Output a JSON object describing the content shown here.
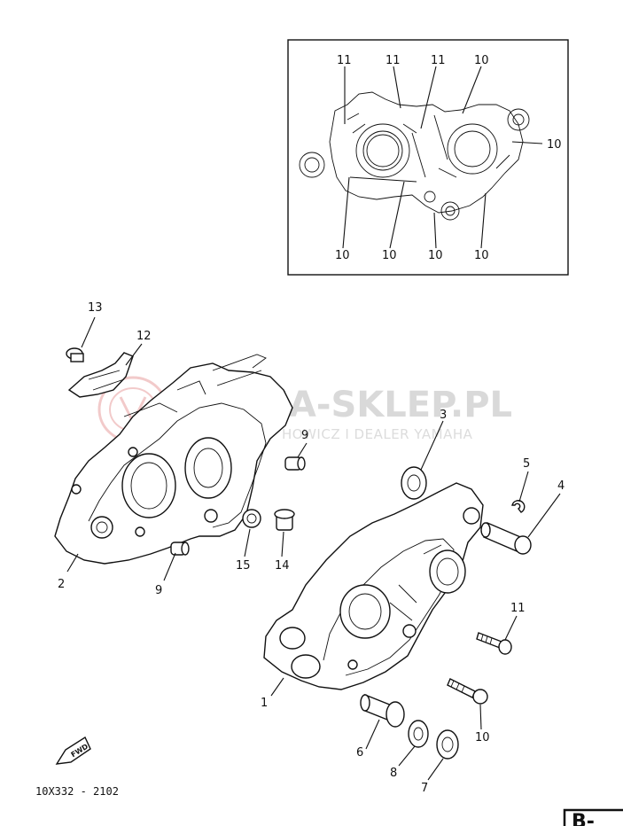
{
  "watermark": {
    "title": "YAMA-SKLEP.PL",
    "subtitle": "HOWICZ I DEALER YAMAHA",
    "logo_color": "#e8a0a0"
  },
  "inset_labels": [
    {
      "id": "i11a",
      "text": "11"
    },
    {
      "id": "i11b",
      "text": "11"
    },
    {
      "id": "i11c",
      "text": "11"
    },
    {
      "id": "i10a",
      "text": "10"
    },
    {
      "id": "i10b",
      "text": "10"
    },
    {
      "id": "i10c",
      "text": "10"
    },
    {
      "id": "i10d",
      "text": "10"
    },
    {
      "id": "i10e",
      "text": "10"
    },
    {
      "id": "i10f",
      "text": "10"
    }
  ],
  "part_labels": [
    {
      "id": "p13",
      "text": "13"
    },
    {
      "id": "p12",
      "text": "12"
    },
    {
      "id": "p2",
      "text": "2"
    },
    {
      "id": "p9a",
      "text": "9"
    },
    {
      "id": "p9b",
      "text": "9"
    },
    {
      "id": "p15",
      "text": "15"
    },
    {
      "id": "p14",
      "text": "14"
    },
    {
      "id": "p3",
      "text": "3"
    },
    {
      "id": "p5",
      "text": "5"
    },
    {
      "id": "p4",
      "text": "4"
    },
    {
      "id": "p11",
      "text": "11"
    },
    {
      "id": "p1",
      "text": "1"
    },
    {
      "id": "p10",
      "text": "10"
    },
    {
      "id": "p6",
      "text": "6"
    },
    {
      "id": "p8",
      "text": "8"
    },
    {
      "id": "p7",
      "text": "7"
    }
  ],
  "fwd_label": "FWD",
  "diagram_code": "10X332 - 2102",
  "page_tab": "B-"
}
